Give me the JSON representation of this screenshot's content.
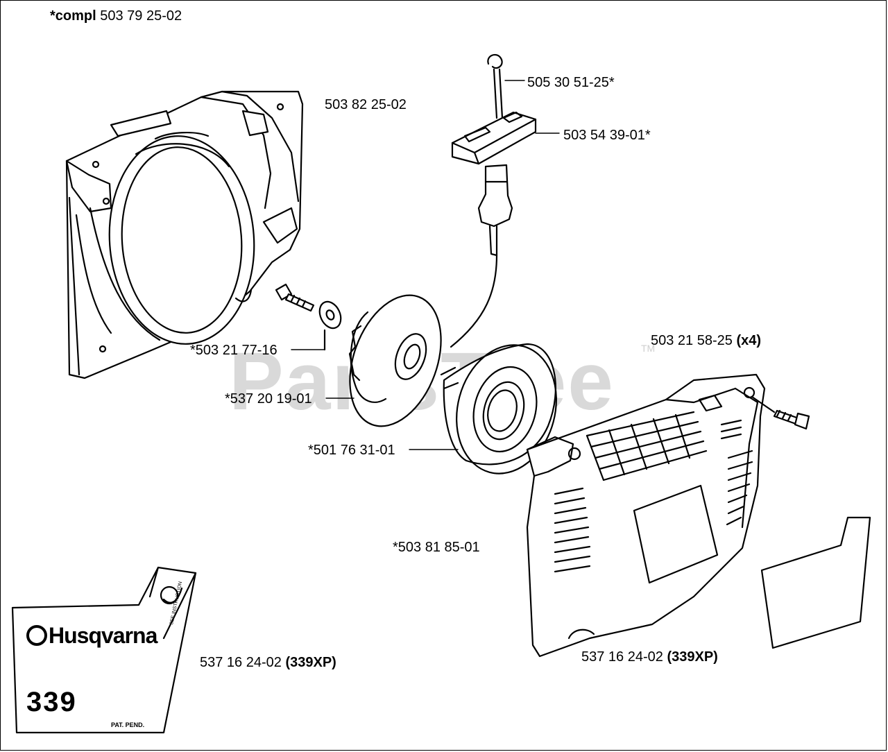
{
  "header_label": {
    "bold": "*compl",
    "number": "503 79 25-02"
  },
  "callouts": {
    "fan_housing": "503 82 25-02",
    "rope": "505 30 51-25*",
    "handle": "503 54 39-01*",
    "screw": "*503 21 77-16",
    "pulley": "*537 20 19-01",
    "spring_cassette": "*501 76 31-01",
    "cover_screws": {
      "number": "503 21 58-25",
      "qty": "(x4)"
    },
    "starter_assembly": "*503 81 85-01",
    "decal_left": {
      "number": "537 16 24-02",
      "model": "(339XP)"
    },
    "decal_right": {
      "number": "537 16 24-02",
      "model": "(339XP)"
    }
  },
  "watermark": {
    "text": "PartsTree",
    "tm": "TM"
  },
  "decal": {
    "brand": "Husqvarna",
    "model": "339",
    "patent": "PAT. PEND.",
    "small_text": "SEE INSTRUCTION"
  }
}
